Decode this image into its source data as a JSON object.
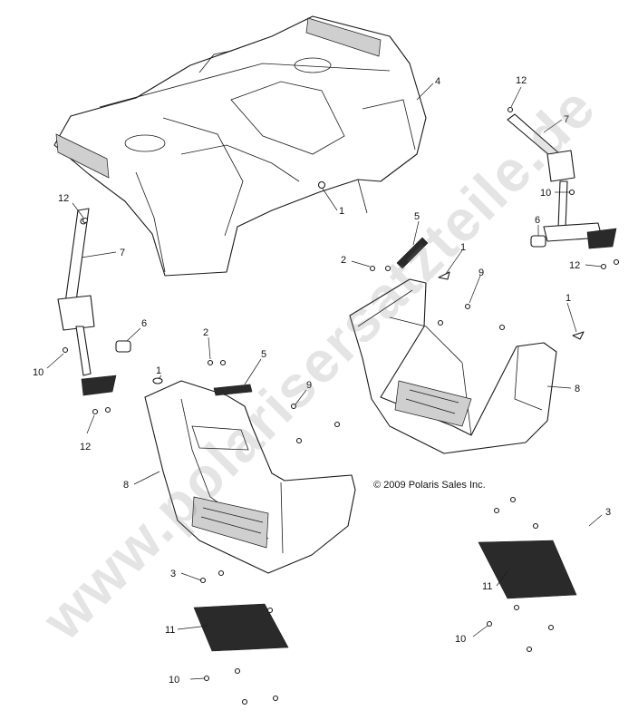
{
  "diagram": {
    "copyright": "© 2009 Polaris Sales Inc.",
    "watermark": "www.polarisersatzteile.de",
    "callouts": [
      {
        "id": "c4",
        "label": "4"
      },
      {
        "id": "c1a",
        "label": "1"
      },
      {
        "id": "c12a",
        "label": "12"
      },
      {
        "id": "c7a",
        "label": "7"
      },
      {
        "id": "c10a",
        "label": "10"
      },
      {
        "id": "c6a",
        "label": "6"
      },
      {
        "id": "c12b",
        "label": "12"
      },
      {
        "id": "c12c",
        "label": "12"
      },
      {
        "id": "c7b",
        "label": "7"
      },
      {
        "id": "c6b",
        "label": "6"
      },
      {
        "id": "c10b",
        "label": "10"
      },
      {
        "id": "c12d",
        "label": "12"
      },
      {
        "id": "c5a",
        "label": "5"
      },
      {
        "id": "c2a",
        "label": "2"
      },
      {
        "id": "c1b",
        "label": "1"
      },
      {
        "id": "c9a",
        "label": "9"
      },
      {
        "id": "c1c",
        "label": "1"
      },
      {
        "id": "c8a",
        "label": "8"
      },
      {
        "id": "c2b",
        "label": "2"
      },
      {
        "id": "c5b",
        "label": "5"
      },
      {
        "id": "c1d",
        "label": "1"
      },
      {
        "id": "c9b",
        "label": "9"
      },
      {
        "id": "c8b",
        "label": "8"
      },
      {
        "id": "c3a",
        "label": "3"
      },
      {
        "id": "c11a",
        "label": "11"
      },
      {
        "id": "c10c",
        "label": "10"
      },
      {
        "id": "c3b",
        "label": "3"
      },
      {
        "id": "c11b",
        "label": "11"
      },
      {
        "id": "c10d",
        "label": "10"
      }
    ]
  }
}
